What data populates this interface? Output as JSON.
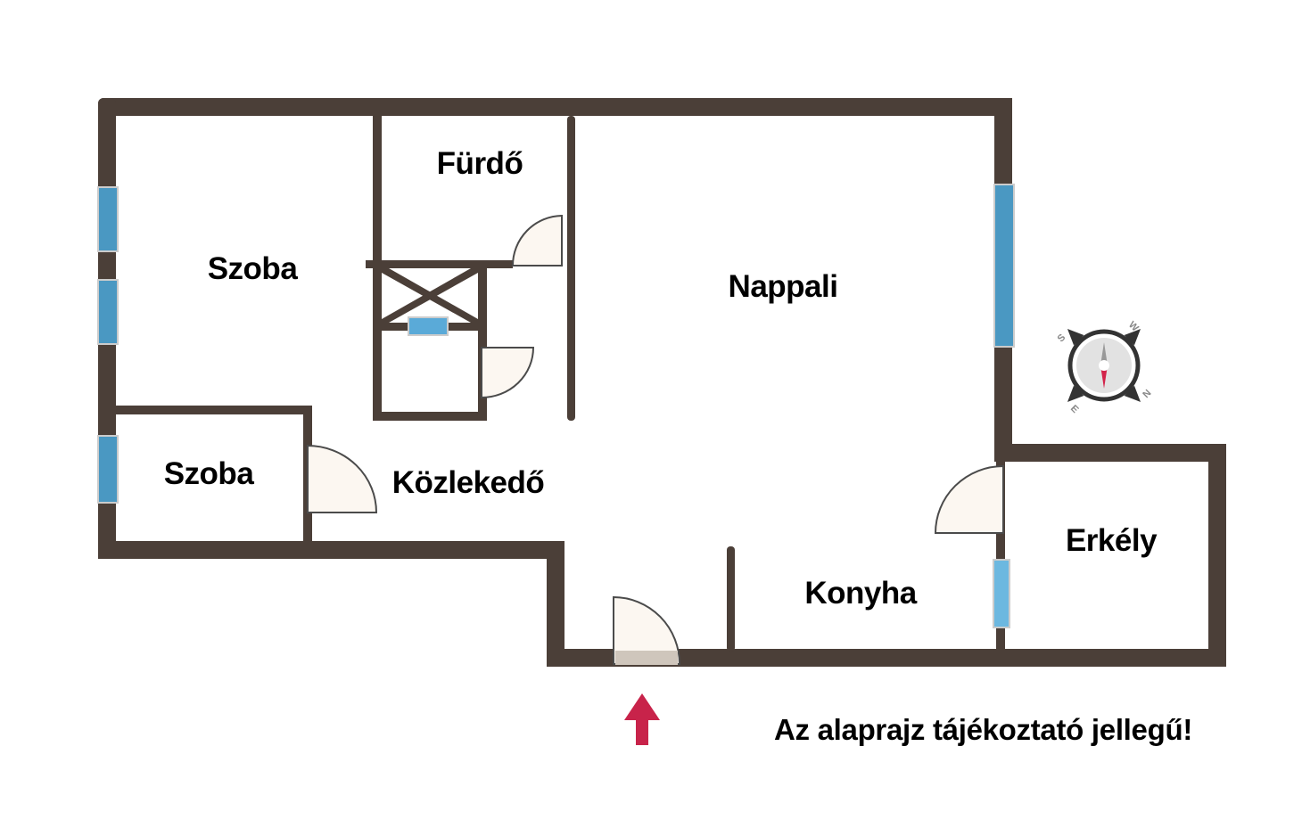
{
  "rooms": {
    "bedroom_large": "Szoba",
    "bathroom": "Fürdő",
    "living_room": "Nappali",
    "bedroom_small": "Szoba",
    "hallway": "Közlekedő",
    "kitchen": "Konyha",
    "balcony": "Erkély"
  },
  "compass": {
    "n": "N",
    "s": "S",
    "e": "E",
    "w": "W"
  },
  "note": "Az alaprajz tájékoztató jellegű!",
  "colors": {
    "wall": "#4b3f38",
    "window": "#4a98c2",
    "door_fill": "#fcf7f1",
    "arrow": "#c8234a"
  }
}
